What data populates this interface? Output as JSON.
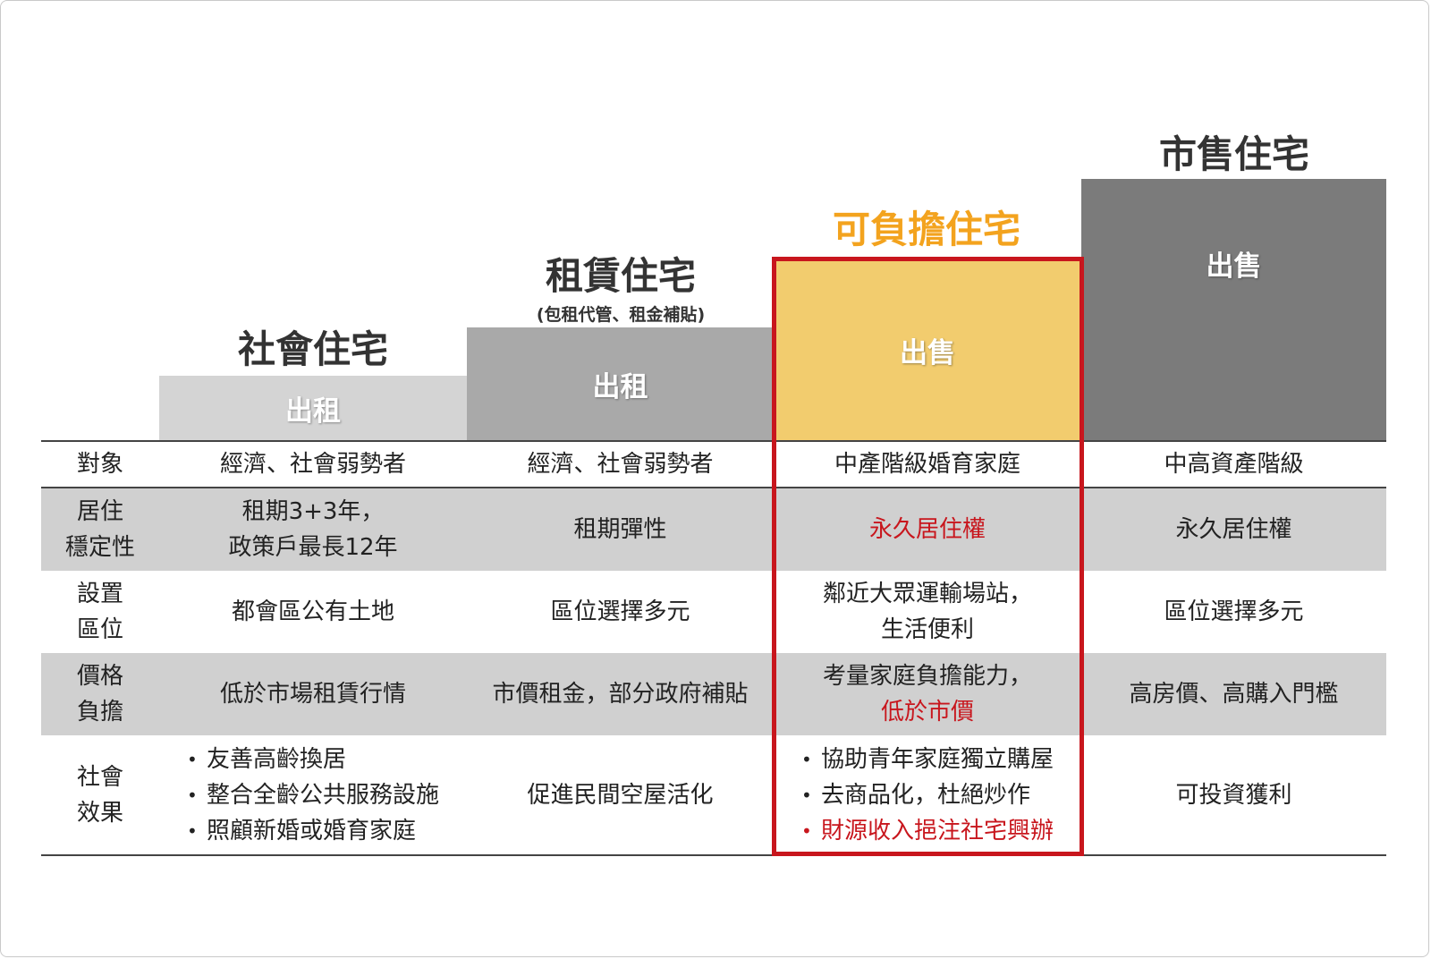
{
  "colors": {
    "social_block": "#d4d4d4",
    "rental_block": "#a9a9a9",
    "affordable_block": "#f2cc6e",
    "market_block": "#7b7b7b",
    "affordable_title": "#f3a31e",
    "highlight_border": "#c8161d",
    "shaded_row": "#d0d0d0"
  },
  "categories": [
    {
      "title": "社會住宅",
      "subtitle": "",
      "mode": "出租"
    },
    {
      "title": "租賃住宅",
      "subtitle": "(包租代管、租金補貼)",
      "mode": "出租"
    },
    {
      "title": "可負擔住宅",
      "subtitle": "",
      "mode": "出售"
    },
    {
      "title": "市售住宅",
      "subtitle": "",
      "mode": "出售"
    }
  ],
  "rows": {
    "target": {
      "label": "對象",
      "values": [
        "經濟、社會弱勢者",
        "經濟、社會弱勢者",
        "中產階級婚育家庭",
        "中高資產階級"
      ]
    },
    "stability": {
      "label_line1": "居住",
      "label_line2": "穩定性",
      "c1_line1": "租期3+3年，",
      "c1_line2": "政策戶最長12年",
      "c2": "租期彈性",
      "c3": "永久居住權",
      "c4": "永久居住權"
    },
    "location": {
      "label_line1": "設置",
      "label_line2": "區位",
      "c1": "都會區公有土地",
      "c2": "區位選擇多元",
      "c3_line1": "鄰近大眾運輸場站，",
      "c3_line2": "生活便利",
      "c4": "區位選擇多元"
    },
    "price": {
      "label_line1": "價格",
      "label_line2": "負擔",
      "c1": "低於市場租賃行情",
      "c2": "市價租金，部分政府補貼",
      "c3_line1": "考量家庭負擔能力，",
      "c3_line2": "低於市價",
      "c4": "高房價、高購入門檻"
    },
    "effect": {
      "label_line1": "社會",
      "label_line2": "效果",
      "c1_items": [
        "友善高齡換居",
        "整合全齡公共服務設施",
        "照顧新婚或婚育家庭"
      ],
      "c2": "促進民間空屋活化",
      "c3_items": [
        "協助青年家庭獨立購屋",
        "去商品化，杜絕炒作",
        "財源收入挹注社宅興辦"
      ],
      "c4": "可投資獲利"
    }
  }
}
